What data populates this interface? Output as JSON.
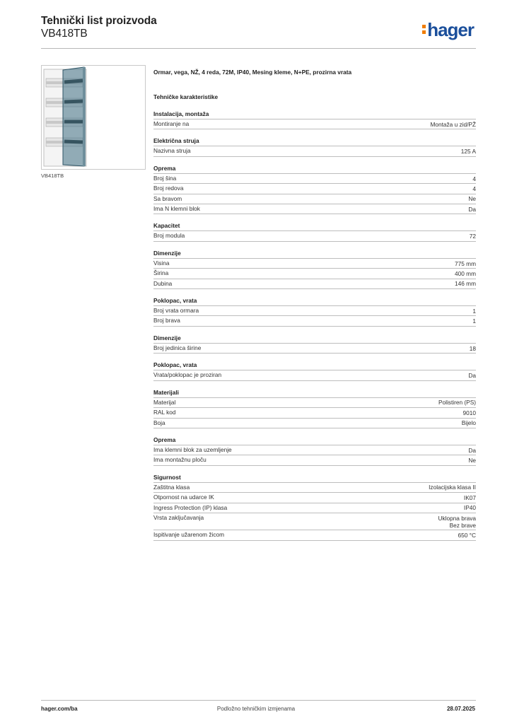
{
  "header": {
    "title": "Tehnički list proizvoda",
    "product_code": "VB418TB",
    "brand": "hager"
  },
  "product": {
    "image_caption": "VB418TB",
    "description": "Ormar, vega, NŽ, 4 reda, 72M, IP40, Mesing kleme, N+PE, prozirna vrata"
  },
  "tech_heading": "Tehničke karakteristike",
  "sections": [
    {
      "title": "Instalacija, montaža",
      "rows": [
        {
          "label": "Montiranje na",
          "value": "Montaža u zid/PŽ"
        }
      ]
    },
    {
      "title": "Električna struja",
      "rows": [
        {
          "label": "Nazivna struja",
          "value": "125 A"
        }
      ]
    },
    {
      "title": "Oprema",
      "rows": [
        {
          "label": "Broj šina",
          "value": "4"
        },
        {
          "label": "Broj redova",
          "value": "4"
        },
        {
          "label": "Sa bravom",
          "value": "Ne"
        },
        {
          "label": "Ima N klemni blok",
          "value": "Da"
        }
      ]
    },
    {
      "title": "Kapacitet",
      "rows": [
        {
          "label": "Broj modula",
          "value": "72"
        }
      ]
    },
    {
      "title": "Dimenzije",
      "rows": [
        {
          "label": "Visina",
          "value": "775 mm"
        },
        {
          "label": "Širina",
          "value": "400 mm"
        },
        {
          "label": "Dubina",
          "value": "146 mm"
        }
      ]
    },
    {
      "title": "Poklopac, vrata",
      "rows": [
        {
          "label": "Broj vrata ormara",
          "value": "1"
        },
        {
          "label": "Broj brava",
          "value": "1"
        }
      ]
    },
    {
      "title": "Dimenzije",
      "rows": [
        {
          "label": "Broj jedinica širine",
          "value": "18"
        }
      ]
    },
    {
      "title": "Poklopac, vrata",
      "rows": [
        {
          "label": "Vrata/poklopac je proziran",
          "value": "Da"
        }
      ]
    },
    {
      "title": "Materijali",
      "rows": [
        {
          "label": "Materijal",
          "value": "Polistiren (PS)"
        },
        {
          "label": "RAL kod",
          "value": "9010"
        },
        {
          "label": "Boja",
          "value": "Bijelo"
        }
      ]
    },
    {
      "title": "Oprema",
      "rows": [
        {
          "label": "Ima klemni blok za uzemljenje",
          "value": "Da"
        },
        {
          "label": "Ima montažnu ploču",
          "value": "Ne"
        }
      ]
    },
    {
      "title": "Sigurnost",
      "rows": [
        {
          "label": "Zaštitna klasa",
          "value": "Izolacijska klasa II"
        },
        {
          "label": "Otpornost na udarce IK",
          "value": "IK07"
        },
        {
          "label": "Ingress Protection (IP) klasa",
          "value": "IP40"
        },
        {
          "label": "Vrsta zaključavanja",
          "value": "Uklopna brava\nBez brave"
        },
        {
          "label": "Ispitivanje užarenom žicom",
          "value": "650 °C"
        }
      ]
    }
  ],
  "footer": {
    "website": "hager.com/ba",
    "notice": "Podložno tehničkim izmjenama",
    "date": "28.07.2025"
  },
  "colors": {
    "brand_blue": "#1b4f9b",
    "brand_orange": "#f07d00",
    "rule_gray": "#bdbdbd"
  }
}
